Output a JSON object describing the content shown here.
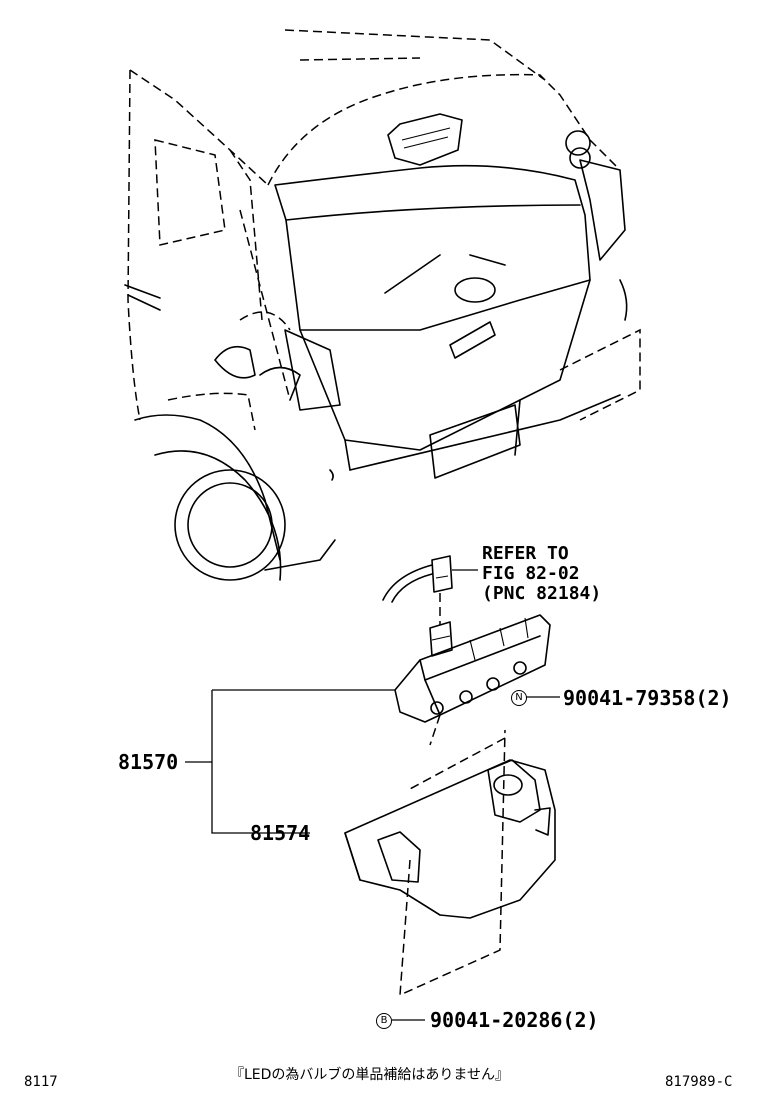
{
  "refer": {
    "line1": "REFER TO",
    "line2": "FIG 82-02",
    "line3": "(PNC 82184)"
  },
  "parts": {
    "assembly": "81570",
    "cover": "81574",
    "screw_n": "90041-79358(2)",
    "screw_b": "90041-20286(2)"
  },
  "badges": {
    "n": "N",
    "b": "B"
  },
  "footer": {
    "left_code": "8117",
    "note": "『LEDの為バルブの単品補給はありません』",
    "right_code": "817989-C"
  }
}
